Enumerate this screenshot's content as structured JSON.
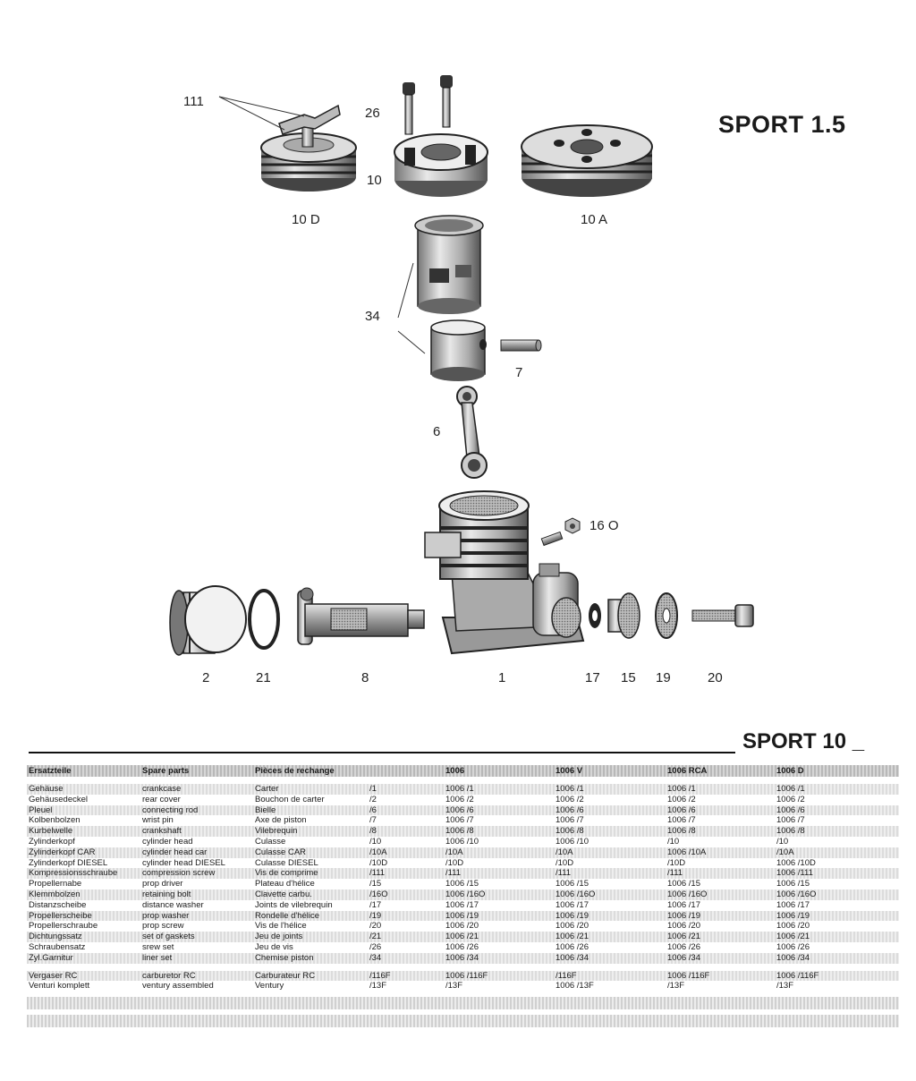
{
  "title": "SPORT 1.5",
  "subtitle": "SPORT 10 _",
  "callouts": {
    "c111": "111",
    "c26": "26",
    "c10": "10",
    "c10d": "10 D",
    "c10a": "10 A",
    "c34": "34",
    "c7": "7",
    "c6": "6",
    "c16o": "16 O",
    "c2": "2",
    "c21": "21",
    "c8": "8",
    "c1": "1",
    "c17": "17",
    "c15": "15",
    "c19": "19",
    "c20": "20"
  },
  "table": {
    "headers": [
      "Ersatzteile",
      "Spare parts",
      "Pièces de rechange",
      "",
      "1006",
      "1006 V",
      "1006 RCA",
      "1006 D"
    ],
    "rows": [
      [
        "Gehäuse",
        "crankcase",
        "Carter",
        "/1",
        "1006 /1",
        "1006 /1",
        "1006 /1",
        "1006 /1"
      ],
      [
        "Gehäusedeckel",
        "rear cover",
        "Bouchon de carter",
        "/2",
        "1006 /2",
        "1006 /2",
        "1006 /2",
        "1006 /2"
      ],
      [
        "Pleuel",
        "connecting rod",
        "Bielle",
        "/6",
        "1006 /6",
        "1006 /6",
        "1006 /6",
        "1006 /6"
      ],
      [
        "Kolbenbolzen",
        "wrist pin",
        "Axe de piston",
        "/7",
        "1006 /7",
        "1006 /7",
        "1006 /7",
        "1006 /7"
      ],
      [
        "Kurbelwelle",
        "crankshaft",
        "Vilebrequin",
        "/8",
        "1006 /8",
        "1006 /8",
        "1006 /8",
        "1006 /8"
      ],
      [
        "Zylinderkopf",
        "cylinder head",
        "Culasse",
        "/10",
        "1006 /10",
        "1006 /10",
        "/10",
        "/10"
      ],
      [
        "Zylinderkopf CAR",
        "cylinder head car",
        "Culasse CAR",
        "/10A",
        "/10A",
        "/10A",
        "1006 /10A",
        "/10A"
      ],
      [
        "Zylinderkopf DIESEL",
        "cylinder head DIESEL",
        "Culasse DIESEL",
        "/10D",
        "/10D",
        "/10D",
        "/10D",
        "1006 /10D"
      ],
      [
        "Kompressionsschraube",
        "compression screw",
        "Vis de comprime",
        "/111",
        "/111",
        "/111",
        "/111",
        "1006 /111"
      ],
      [
        "Propellernabe",
        "prop driver",
        "Plateau d'hélice",
        "/15",
        "1006 /15",
        "1006 /15",
        "1006 /15",
        "1006 /15"
      ],
      [
        "Klemmbolzen",
        "retaining bolt",
        "Clavette carbu.",
        "/16O",
        "1006 /16O",
        "1006 /16O",
        "1006 /16O",
        "1006 /16O"
      ],
      [
        "Distanzscheibe",
        "distance washer",
        "Joints de vilebrequin",
        "/17",
        "1006 /17",
        "1006 /17",
        "1006 /17",
        "1006 /17"
      ],
      [
        "Propellerscheibe",
        "prop washer",
        "Rondelle d'hélice",
        "/19",
        "1006 /19",
        "1006 /19",
        "1006 /19",
        "1006 /19"
      ],
      [
        "Propellerschraube",
        "prop screw",
        "Vis de l'hélice",
        "/20",
        "1006 /20",
        "1006 /20",
        "1006 /20",
        "1006 /20"
      ],
      [
        "Dichtungssatz",
        "set of gaskets",
        "Jeu de joints",
        "/21",
        "1006 /21",
        "1006 /21",
        "1006 /21",
        "1006 /21"
      ],
      [
        "Schraubensatz",
        "srew set",
        "Jeu de vis",
        "/26",
        "1006 /26",
        "1006 /26",
        "1006 /26",
        "1006 /26"
      ],
      [
        "Zyl.Garnitur",
        "liner set",
        "Chemise piston",
        "/34",
        "1006 /34",
        "1006 /34",
        "1006 /34",
        "1006 /34"
      ]
    ],
    "extra_rows": [
      [
        "Vergaser RC",
        "carburetor RC",
        "Carburateur RC",
        "/116F",
        "1006 /116F",
        "/116F",
        "1006 /116F",
        "1006 /116F"
      ],
      [
        "Venturi komplett",
        "ventury assembled",
        "Ventury",
        "/13F",
        "/13F",
        "1006 /13F",
        "/13F",
        "/13F"
      ]
    ]
  }
}
